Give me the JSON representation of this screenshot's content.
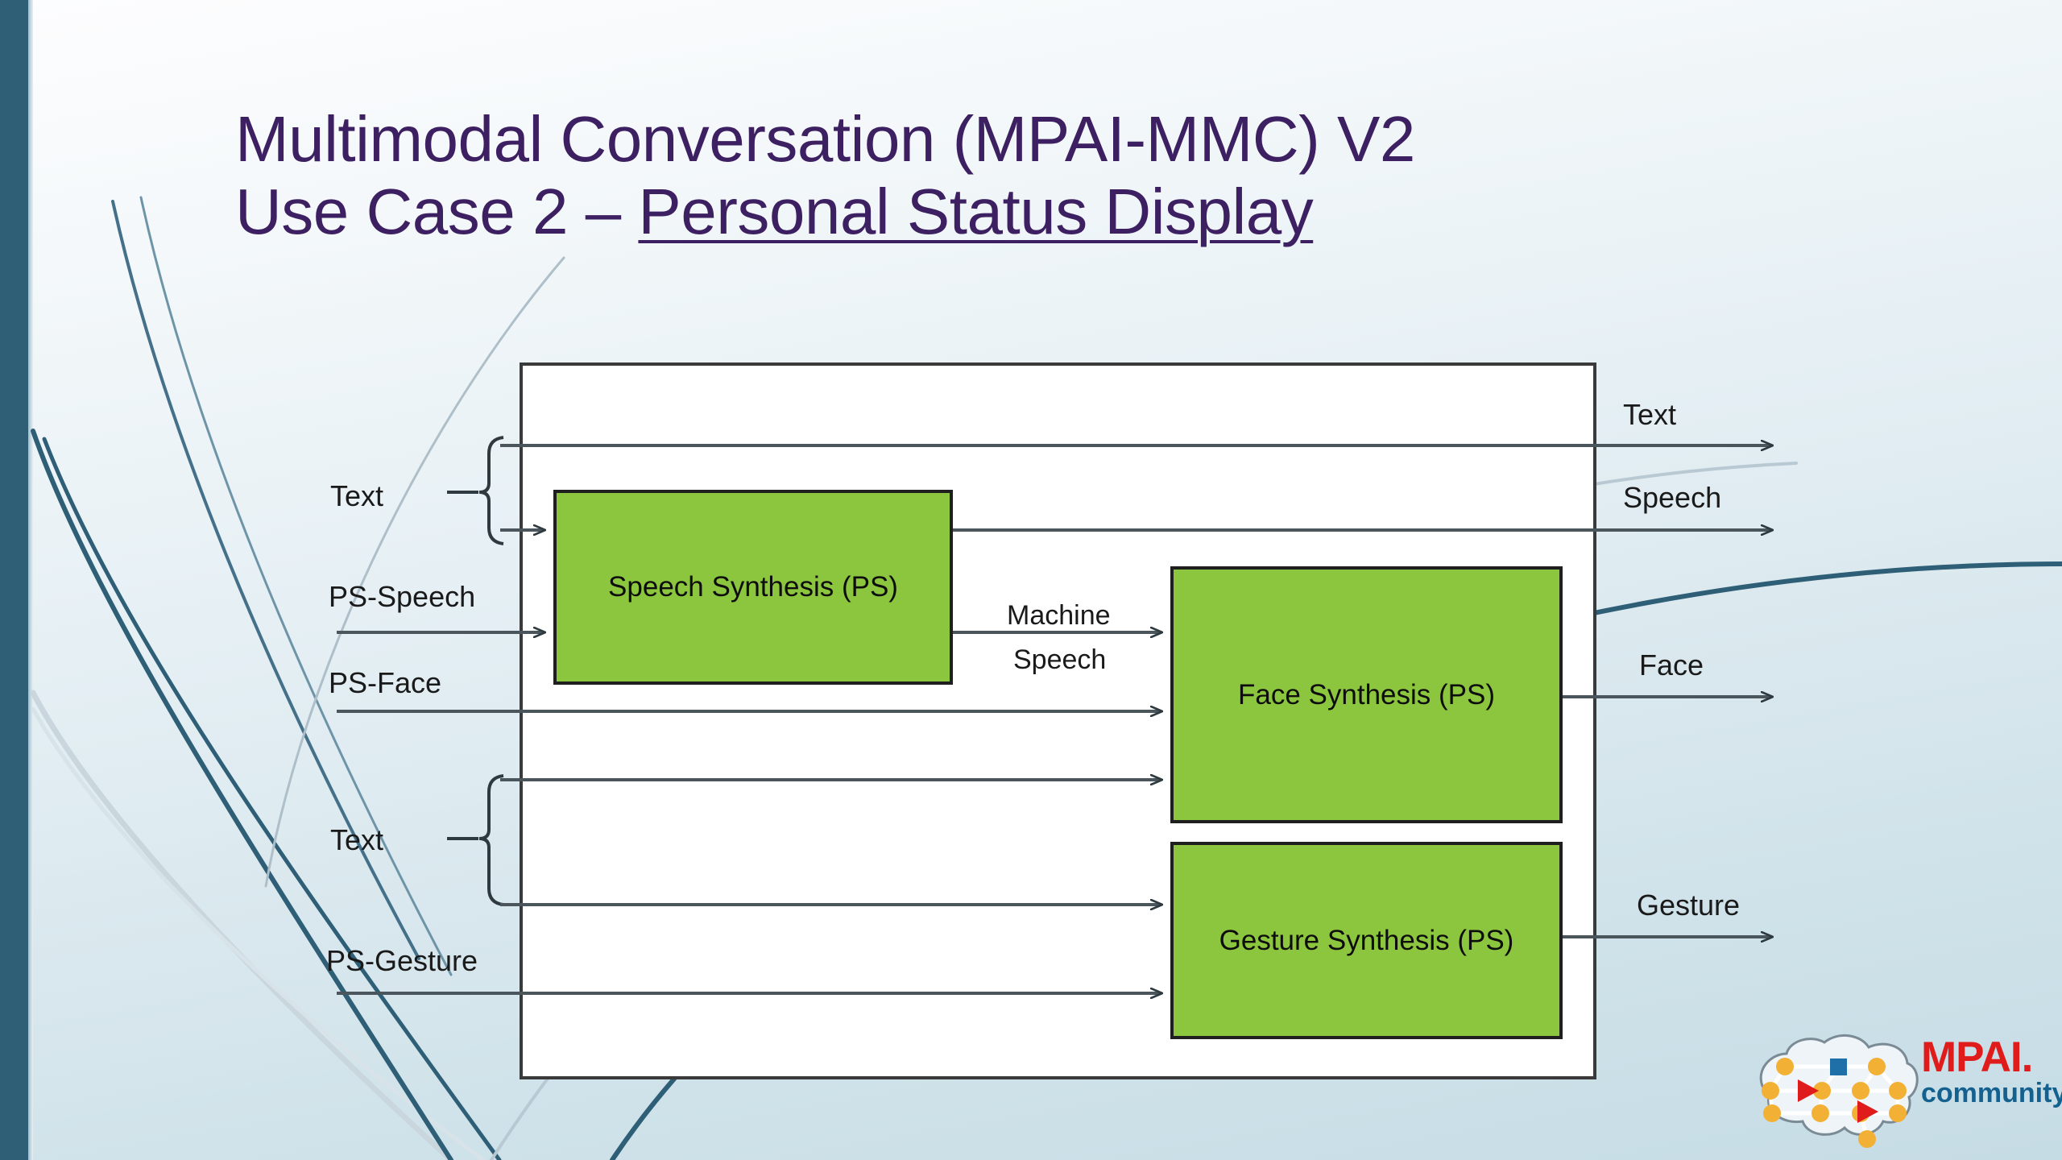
{
  "slide": {
    "title_line1": "Multimodal Conversation (MPAI-MMC) V2",
    "title_line2_prefix": "Use Case 2 – ",
    "title_line2_underlined": "Personal Status Display",
    "title_color": "#3d2061",
    "background_accent_color": "#2e5f77"
  },
  "diagram": {
    "box_fill": "#8cc63e",
    "box_border": "#1f1f1f",
    "frame_border": "#3a3a3a",
    "boxes": [
      {
        "id": "speech-synthesis",
        "label": "Speech Synthesis (PS)"
      },
      {
        "id": "face-synthesis",
        "label": "Face Synthesis (PS)"
      },
      {
        "id": "gesture-synthesis",
        "label": "Gesture Synthesis (PS)"
      }
    ],
    "inputs": [
      {
        "id": "text-upper",
        "label": "Text",
        "braced": true
      },
      {
        "id": "ps-speech",
        "label": "PS-Speech",
        "braced": false
      },
      {
        "id": "ps-face",
        "label": "PS-Face",
        "braced": false
      },
      {
        "id": "text-lower",
        "label": "Text",
        "braced": true
      },
      {
        "id": "ps-gesture",
        "label": "PS-Gesture",
        "braced": false
      }
    ],
    "internal": [
      {
        "id": "machine-speech",
        "label_line1": "Machine",
        "label_line2": "Speech"
      }
    ],
    "outputs": [
      {
        "id": "text-out",
        "label": "Text"
      },
      {
        "id": "speech-out",
        "label": "Speech"
      },
      {
        "id": "face-out",
        "label": "Face"
      },
      {
        "id": "gesture-out",
        "label": "Gesture"
      }
    ]
  },
  "logo": {
    "brand": "MPAI.",
    "tagline": "community",
    "brand_color": "#e01b1b",
    "tagline_color": "#14608f",
    "node_color": "#f2b035",
    "accent_node_color": "#1f6fa8",
    "arrow_color": "#e01b1b"
  }
}
